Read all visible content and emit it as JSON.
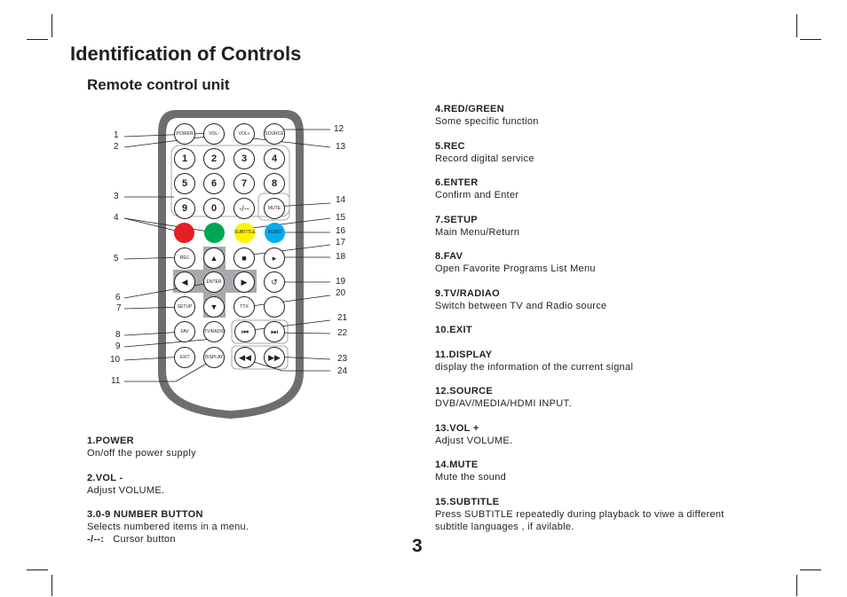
{
  "header": {
    "title": "Identification of Controls",
    "subtitle": "Remote control unit"
  },
  "page_number": "3",
  "remote": {
    "buttons": {
      "power": "POWER",
      "vol_minus": "VOL-",
      "vol_plus": "VOL+",
      "source": "SOURCE",
      "digits": [
        "1",
        "2",
        "3",
        "4",
        "5",
        "6",
        "7",
        "8",
        "9",
        "0"
      ],
      "dash": "-/--",
      "mute": "MUTE",
      "subtitle": "SUBTITLE",
      "audio": "AUDIO",
      "rec": "REC",
      "enter": "ENTER",
      "setup": "SETUP",
      "ttx": "TTX",
      "fav": "FAV",
      "tvradio": "TV/RADIO",
      "exit": "EXIT",
      "display": "DISPLAY"
    },
    "colors": {
      "red": "#e31e24",
      "green": "#00a651",
      "yellow": "#fff200",
      "blue": "#00aeef",
      "body": "#6d6e71",
      "face": "#ffffff",
      "pad": "#a7a9ac"
    },
    "callouts": [
      "1",
      "2",
      "3",
      "4",
      "5",
      "6",
      "7",
      "8",
      "9",
      "10",
      "11",
      "12",
      "13",
      "14",
      "15",
      "16",
      "17",
      "18",
      "19",
      "20",
      "21",
      "22",
      "23",
      "24"
    ]
  },
  "descriptions_left": [
    {
      "heading": "1.POWER",
      "body": "On/off the power supply"
    },
    {
      "heading": "2.VOL -",
      "body": "Adjust VOLUME."
    },
    {
      "heading": "3.0-9 NUMBER BUTTON",
      "body": "Selects numbered items in a menu.",
      "note_label": "-/--:",
      "note": "Cursor button"
    }
  ],
  "descriptions_right": [
    {
      "heading": "4.RED/GREEN",
      "body": "Some specific function"
    },
    {
      "heading": "5.REC",
      "body": "Record digital service"
    },
    {
      "heading": "6.ENTER",
      "body": "Confirm and Enter"
    },
    {
      "heading": "7.SETUP",
      "body": "Main Menu/Return"
    },
    {
      "heading": "8.FAV",
      "body": "Open Favorite Programs List Menu"
    },
    {
      "heading": "9.TV/RADIAO",
      "body": "Switch between TV and Radio source"
    },
    {
      "heading": "10.EXIT",
      "body": ""
    },
    {
      "heading": "11.DISPLAY",
      "body": "display the information of the current signal"
    },
    {
      "heading": "12.SOURCE",
      "body": "DVB/AV/MEDIA/HDMI INPUT."
    },
    {
      "heading": "13.VOL +",
      "body": "Adjust VOLUME."
    },
    {
      "heading": "14.MUTE",
      "body": "Mute the sound"
    },
    {
      "heading": "15.SUBTITLE",
      "body": "Press SUBTITLE repeatedly during playback to viwe a different subtitle languages , if avilable."
    }
  ]
}
